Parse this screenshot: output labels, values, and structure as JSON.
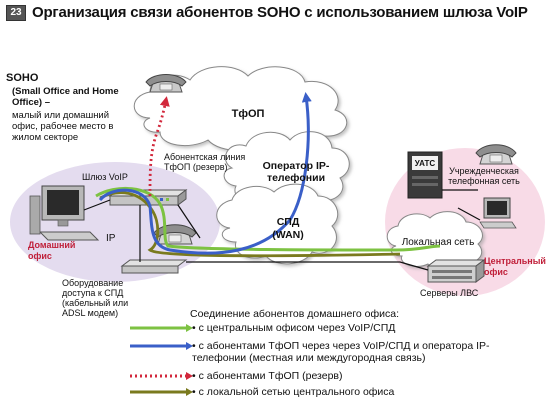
{
  "slide_number": "23",
  "title": "Организация связи абонентов SOHO с использованием шлюза VoIP",
  "soho": {
    "heading": "SOHO",
    "subtitle": "(Small Office and Home Office) –",
    "description": "малый или домашний офис, рабочее место в жилом секторе"
  },
  "labels": {
    "gateway": "Шлюз VoIP",
    "ip": "IP",
    "home_office": "Домашний офис",
    "access_equipment": "Оборудование доступа к СПД (кабельный или ADSL модем)",
    "subscriber_line": "Абонентская линия ТфОП (резерв)",
    "pstn": "ТфОП",
    "ip_operator": "Оператор IP-телефонии",
    "spd": "СПД",
    "wan": "(WAN)",
    "vats": "УАТС",
    "institution_network": "Учрежденческая телефонная сеть",
    "local_network": "Локальная сеть",
    "central_office": "Центральный офис",
    "lan_servers": "Серверы ЛВС"
  },
  "legend": {
    "heading": "Соединение абонентов домашнего офиса:",
    "items": [
      {
        "text": "с центральным офисом через VoIP/СПД",
        "color": "#7dc242",
        "style": "solid"
      },
      {
        "text": "с абонентами ТфОП через через VoIP/СПД и оператора IP-телефонии (местная или междугородная связь)",
        "color": "#3a5fc8",
        "style": "solid"
      },
      {
        "text": "с абонентами ТфОП (резерв)",
        "color": "#d2283c",
        "style": "dotted"
      },
      {
        "text": "с локальной сетью центрального офиса",
        "color": "#7a7a1e",
        "style": "solid"
      }
    ]
  },
  "colors": {
    "cloud_fill": "#ffffff",
    "cloud_stroke": "#888888",
    "home_zone": "#e4dcef",
    "central_zone": "#f8dbe7",
    "accent_red": "#c0203a"
  }
}
